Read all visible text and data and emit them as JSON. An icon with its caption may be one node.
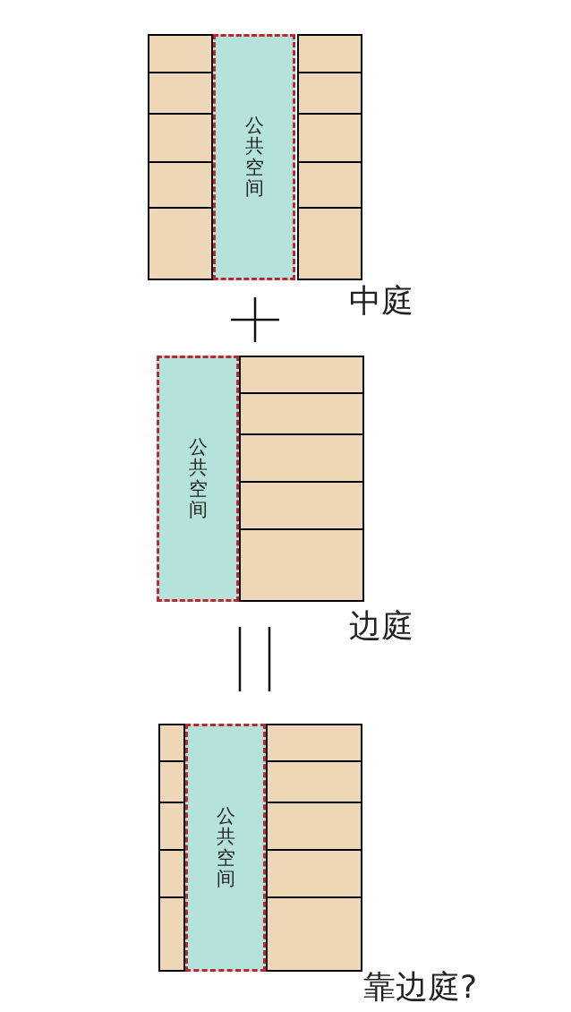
{
  "diagram": {
    "nodes": [
      {
        "text": [
          "公共空间"
        ]
      },
      {
        "text": [
          "公共空间"
        ]
      },
      {
        "text": [
          "公共空间"
        ]
      }
    ],
    "labels": [
      "中庭",
      "边庭",
      "靠边庭?"
    ]
  }
}
